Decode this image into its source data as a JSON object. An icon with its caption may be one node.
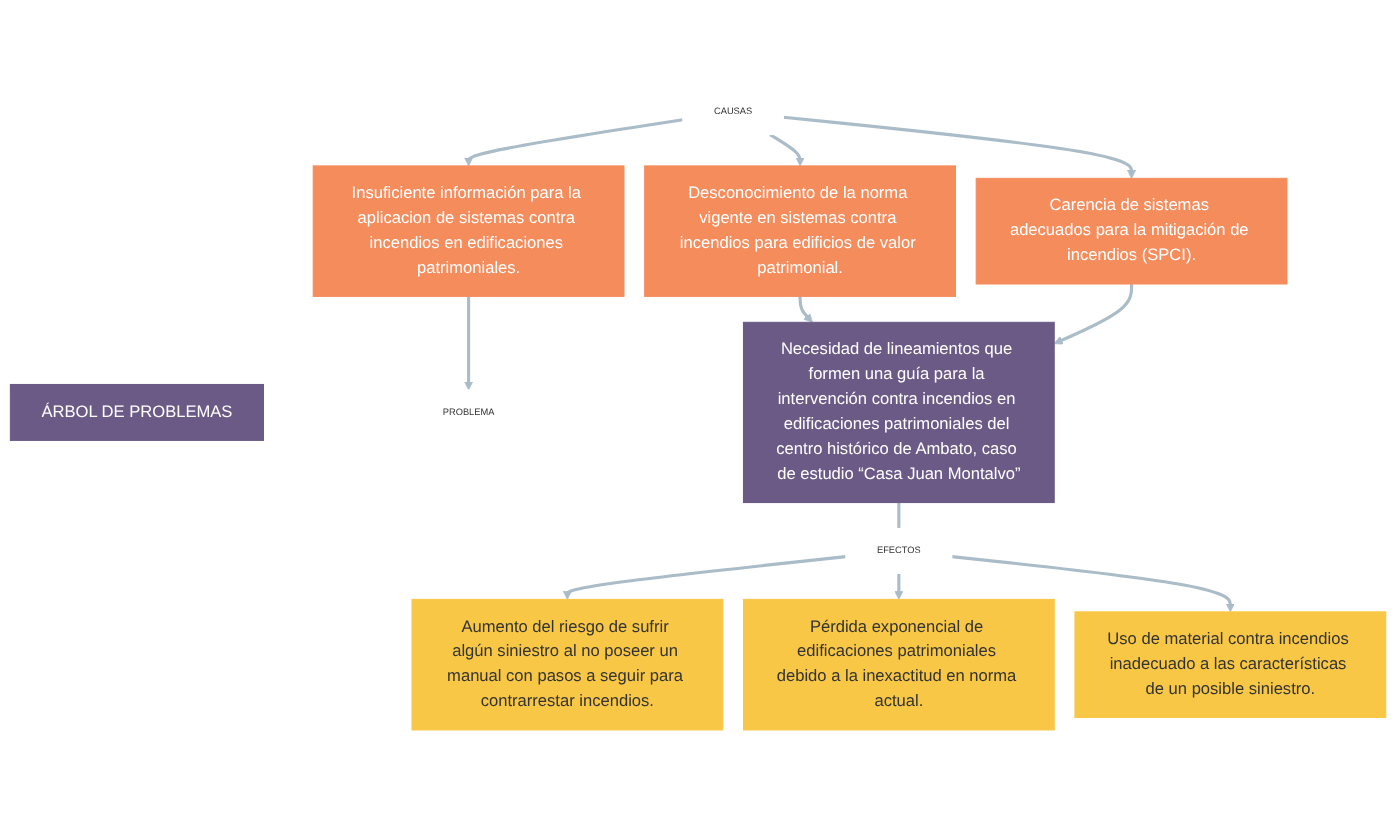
{
  "diagram": {
    "nodes": [
      {
        "text": [
          "ÁRBOL DE PROBLEMAS"
        ]
      },
      {
        "text": [
          "CAUSAS"
        ]
      },
      {
        "text": [
          "Desconocimiento de la norma vigente en sistemas contra incendios para edificios de valor patrimonial."
        ]
      },
      {
        "text": [
          "Insuficiente información para la aplicacion de sistemas contra incendios en edificaciones patrimoniales."
        ]
      },
      {
        "text": [
          "Carencia de sistemas adecuados para la mitigación de incendios (SPCI)."
        ]
      },
      {
        "text": [
          "PROBLEMA"
        ]
      },
      {
        "text": [
          "Necesidad de lineamientos que formen una guía para la intervención contra incendios en edificaciones patrimoniales del centro histórico de Ambato, caso de estudio “Casa Juan Montalvo”"
        ]
      },
      {
        "text": [
          "EFECTOS"
        ]
      },
      {
        "text": [
          "Aumento del riesgo de sufrir algún siniestro al no poseer un manual con pasos a seguir para contrarrestar incendios."
        ]
      },
      {
        "text": [
          "Pérdida exponencial de edificaciones patrimoniales debido a la inexactitud en norma actual."
        ]
      },
      {
        "text": [
          "Uso de material contra incendios inadecuado a las características de un posible siniestro."
        ]
      }
    ],
    "edges": [
      {
        "from": 1,
        "to": 2,
        "arrow": "to"
      },
      {
        "from": 1,
        "to": 3,
        "arrow": "to"
      },
      {
        "from": 1,
        "to": 4,
        "arrow": "to"
      },
      {
        "from": 2,
        "to": 6,
        "arrow": "to"
      },
      {
        "from": 3,
        "to": 5,
        "arrow": "to"
      },
      {
        "from": 4,
        "to": 6,
        "arrow": "to"
      },
      {
        "from": 6,
        "to": 7,
        "arrow": "none"
      },
      {
        "from": 7,
        "to": 8,
        "arrow": "to"
      },
      {
        "from": 7,
        "to": 9,
        "arrow": "to"
      },
      {
        "from": 7,
        "to": 10,
        "arrow": "to"
      }
    ]
  }
}
